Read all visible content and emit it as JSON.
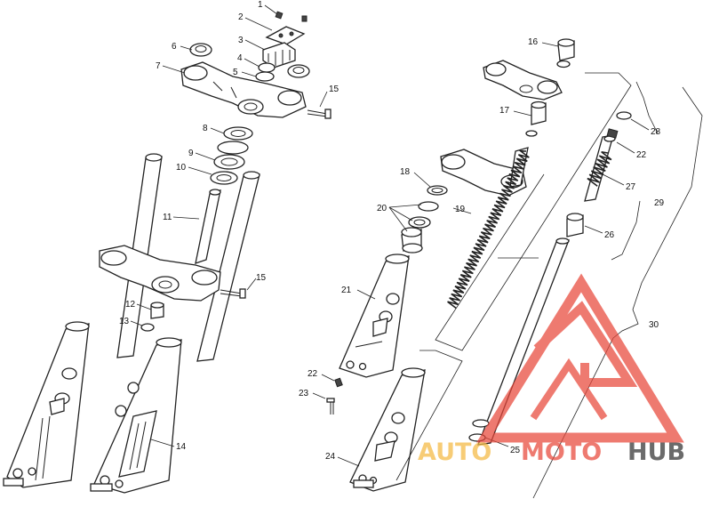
{
  "callouts": {
    "c1": "1",
    "c2": "2",
    "c3": "3",
    "c4": "4",
    "c5": "5",
    "c6": "6",
    "c7": "7",
    "c8": "8",
    "c9": "9",
    "c10": "10",
    "c11": "11",
    "c12": "12",
    "c13": "13",
    "c14": "14",
    "c15a": "15",
    "c15b": "15",
    "c16": "16",
    "c17": "17",
    "c18": "18",
    "c19": "19",
    "c20": "20",
    "c21": "21",
    "c22a": "22",
    "c22b": "22",
    "c23": "23",
    "c24": "24",
    "c25": "25",
    "c26": "26",
    "c27": "27",
    "c28": "28",
    "c29": "29",
    "c30": "30"
  },
  "watermark": {
    "word1": "AUTO",
    "word2": "MOTO",
    "word3": "HUB",
    "color_primary": "#e8473a",
    "color_secondary": "#f5b942",
    "color_tertiary": "#333333"
  }
}
